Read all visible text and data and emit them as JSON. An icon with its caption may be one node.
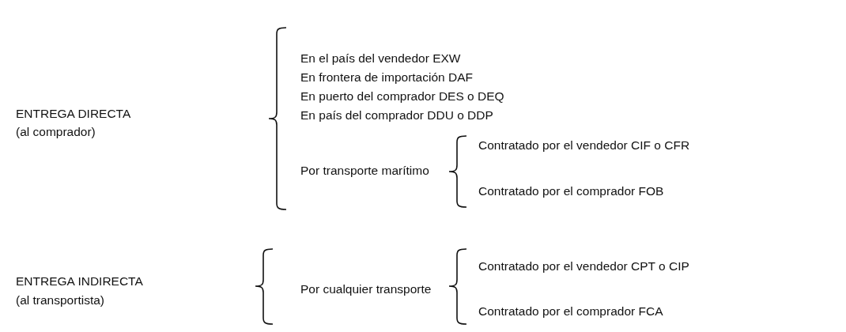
{
  "diagram": {
    "labels": [
      "ENTREGA DIRECTA",
      "(al comprador)",
      "En el país del vendedor EXW",
      "En frontera de importación DAF",
      "En puerto del comprador DES o DEQ",
      "En país del comprador DDU o DDP",
      "Por transporte marítimo",
      "Contratado por el vendedor CIF o CFR",
      "Contratado por el comprador FOB",
      "ENTREGA INDIRECTA",
      "(al transportista)",
      "Por cualquier transporte",
      "Contratado por el vendedor CPT o CIP",
      "Contratado por el comprador FCA"
    ]
  }
}
